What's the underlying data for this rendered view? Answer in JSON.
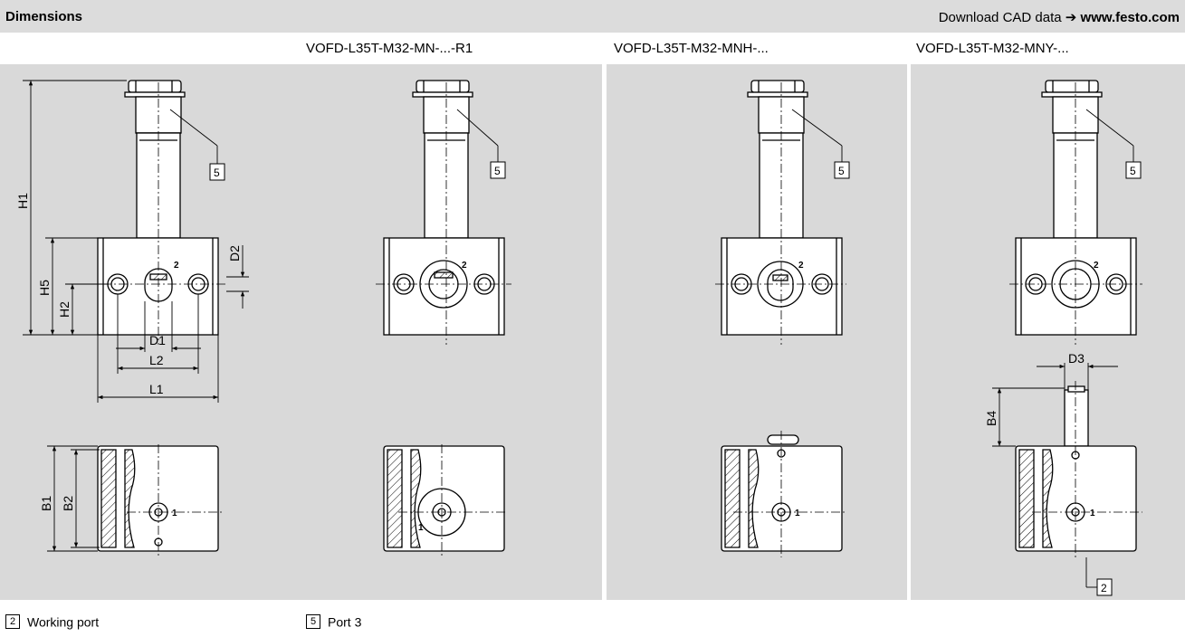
{
  "header": {
    "title": "Dimensions",
    "download_text": "Download CAD data",
    "arrow": "➔",
    "url": "www.festo.com"
  },
  "columns": [
    {
      "label": ""
    },
    {
      "label": "VOFD-L35T-M32-MN-...-R1"
    },
    {
      "label": "VOFD-L35T-M32-MNH-..."
    },
    {
      "label": "VOFD-L35T-M32-MNY-..."
    }
  ],
  "dimensions": {
    "h1": "H1",
    "h5": "H5",
    "h2": "H2",
    "d1": "D1",
    "d2": "D2",
    "l1": "L1",
    "l2": "L2",
    "b1": "B1",
    "b2": "B2",
    "d3": "D3",
    "b4": "B4"
  },
  "port_labels": {
    "working": "2",
    "supply": "1"
  },
  "legend": [
    {
      "number": "2",
      "label": "Working port"
    },
    {
      "number": "5",
      "label": "Port 3"
    }
  ],
  "colors": {
    "panel": "#d9d9d9",
    "header": "#dcdcdc",
    "line": "#000000"
  }
}
